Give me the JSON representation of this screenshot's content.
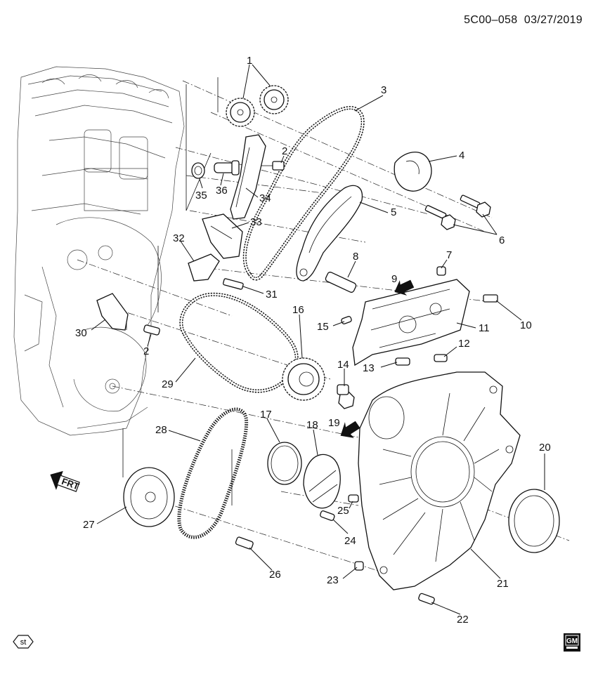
{
  "header": {
    "code": "5C00–058",
    "date": "03/27/2019"
  },
  "orientation": {
    "label": "FRT"
  },
  "badges": {
    "st": "st",
    "gm_logo": "GM"
  },
  "callouts": [
    {
      "id": "c1",
      "text": "1"
    },
    {
      "id": "c2a",
      "text": "2"
    },
    {
      "id": "c2b",
      "text": "2"
    },
    {
      "id": "c3",
      "text": "3"
    },
    {
      "id": "c4",
      "text": "4"
    },
    {
      "id": "c5",
      "text": "5"
    },
    {
      "id": "c6",
      "text": "6"
    },
    {
      "id": "c7",
      "text": "7"
    },
    {
      "id": "c8",
      "text": "8"
    },
    {
      "id": "c9",
      "text": "9"
    },
    {
      "id": "c10",
      "text": "10"
    },
    {
      "id": "c11",
      "text": "11"
    },
    {
      "id": "c12",
      "text": "12"
    },
    {
      "id": "c13",
      "text": "13"
    },
    {
      "id": "c14",
      "text": "14"
    },
    {
      "id": "c15",
      "text": "15"
    },
    {
      "id": "c16",
      "text": "16"
    },
    {
      "id": "c17",
      "text": "17"
    },
    {
      "id": "c18",
      "text": "18"
    },
    {
      "id": "c19",
      "text": "19"
    },
    {
      "id": "c20",
      "text": "20"
    },
    {
      "id": "c21",
      "text": "21"
    },
    {
      "id": "c22",
      "text": "22"
    },
    {
      "id": "c23",
      "text": "23"
    },
    {
      "id": "c24",
      "text": "24"
    },
    {
      "id": "c25",
      "text": "25"
    },
    {
      "id": "c26",
      "text": "26"
    },
    {
      "id": "c27",
      "text": "27"
    },
    {
      "id": "c28",
      "text": "28"
    },
    {
      "id": "c29",
      "text": "29"
    },
    {
      "id": "c30",
      "text": "30"
    },
    {
      "id": "c31",
      "text": "31"
    },
    {
      "id": "c32",
      "text": "32"
    },
    {
      "id": "c33",
      "text": "33"
    },
    {
      "id": "c34",
      "text": "34"
    },
    {
      "id": "c35",
      "text": "35"
    },
    {
      "id": "c36",
      "text": "36"
    }
  ]
}
